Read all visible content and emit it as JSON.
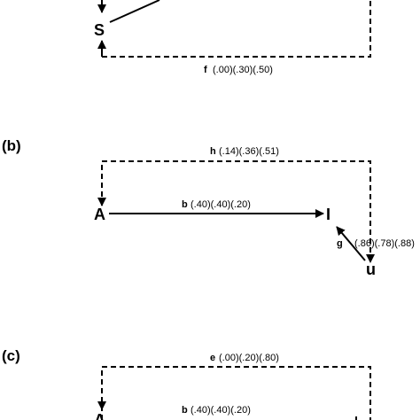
{
  "panels": {
    "a": {
      "node_s": "S",
      "edge_f": {
        "code": "f",
        "values": "(.00)(.30)(.50)"
      }
    },
    "b": {
      "label": "(b)",
      "node_a": "A",
      "node_i": "I",
      "node_u": "u",
      "edge_h": {
        "code": "h",
        "values": "(.14)(.36)(.51)"
      },
      "edge_b": {
        "code": "b",
        "values": "(.40)(.40)(.20)"
      },
      "edge_g": {
        "code": "g",
        "values": "(.86)(.78)(.88)"
      }
    },
    "c": {
      "label": "(c)",
      "node_a": "A",
      "edge_e": {
        "code": "e",
        "values": "(.00)(.20)(.80)"
      },
      "edge_b": {
        "code": "b",
        "values": "(.40)(.40)(.20)"
      }
    }
  },
  "colors": {
    "ink": "#000000",
    "background": "#ffffff"
  }
}
